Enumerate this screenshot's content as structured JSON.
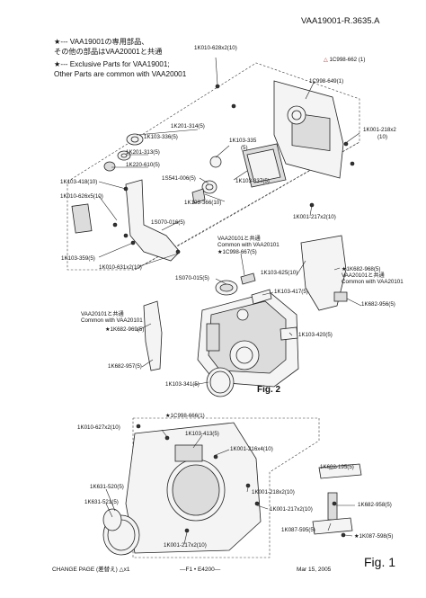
{
  "header": {
    "doc_id": "VAA19001-R.3635.A"
  },
  "legend": {
    "line1": "★--- VAA19001の専用部品、",
    "line2": "その他の部品はVAA20001と共通",
    "line3": "★--- Exclusive Parts for VAA19001;",
    "line4": "Other Parts are common with VAA20001"
  },
  "labels": {
    "p1": "1K010-628x2(10)",
    "p2": "1C998-662 (1)",
    "p3": "1C998-649(1)",
    "p4": "1K001-218x2",
    "p4b": "(10)",
    "p5": "1K201-314(5)",
    "p6": "1K103-336(5)",
    "p7": "1K201-313(5)",
    "p8": "1K103-335",
    "p8b": "(5)",
    "p9": "1K220-610(5)",
    "p10": "1S541-006(5)",
    "p11": "1K103-337(5)",
    "p12": "1K103-418(10)",
    "p13": "1K010-626x5(10)",
    "p14": "1K103-366(10)",
    "p15": "1K001-217x2(10)",
    "p16": "1S070-016(5)",
    "p17": "1K103-359(5)",
    "p18": "1K010-631x2(10)",
    "common1a": "VAA20101と共通",
    "common1b": "Common with VAA20101",
    "p19": "★1C998-667(5)",
    "p20": "1S070-015(5)",
    "p21": "1K103-625(10)",
    "p22": "★1K682-968(5)",
    "common2a": "VAA20101と共通",
    "common2b": "Common with VAA20101",
    "p23": "1K103-417(5)",
    "p24": "1K682-956(5)",
    "common3a": "VAA20101と共通",
    "common3b": "Common with VAA20101",
    "p25": "★1K682-969(5)",
    "p26": "1K103-420(5)",
    "p27": "1K682-957(5)",
    "p28": "1K103-341(5)",
    "fig2": "Fig. 2",
    "p29": "★1C998-666(1)",
    "p30": "1K010-627x2(10)",
    "p31": "1K103-413(5)",
    "p32": "1K001-216x4(10)",
    "p33": "1K631-520(5)",
    "p34": "1K631-521(5)",
    "p35": "1K001-218x2(10)",
    "p36": "1K602-195(5)",
    "p37": "1K001-217x2(10)",
    "p38": "1K682-958(5)",
    "p39": "1K087-595(5)",
    "p40": "★1K087-598(5)",
    "p41": "1K001-217x2(10)"
  },
  "footer": {
    "change_page": "CHANGE PAGE (差替え) △x1",
    "page_no": "—F1 • E4200—",
    "date": "Mar 15, 2005",
    "fig1": "Fig. 1"
  }
}
